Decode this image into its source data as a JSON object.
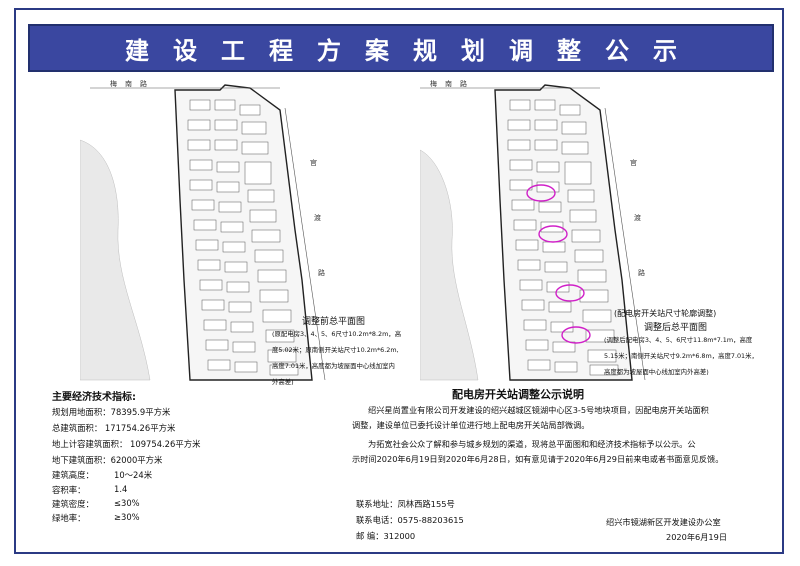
{
  "header": {
    "title": "建设工程方案规划调整公示"
  },
  "maps": {
    "left": {
      "caption_title": "调整前总平面图",
      "caption_lines": [
        "(原配电房3、4、5、6尺寸10.2m*8.2m，高",
        "度5.02米；原南侧开关站尺寸10.2m*6.2m,",
        "高度7.01米，高度都为坡屋面中心线加室内",
        "外高差)"
      ],
      "road_labels": [
        "梅",
        "南",
        "路",
        "官",
        "渡",
        "路"
      ]
    },
    "right": {
      "caption_title_1": "(配电房开关站尺寸轮廓调整)",
      "caption_title_2": "调整后总平面图",
      "caption_lines": [
        "(调整后配电房3、4、5、6尺寸11.8m*7.1m，高度",
        "5.15米；南侧开关站尺寸9.2m*6.8m，高度7.01米，",
        "高度都为坡屋面中心线加室内外高差)"
      ],
      "road_labels": [
        "梅",
        "南",
        "路",
        "官",
        "渡",
        "路"
      ]
    }
  },
  "stats": {
    "title": "主要经济技术指标:",
    "rows": [
      {
        "label": "规划用地面积：",
        "value": "78395.9平方米"
      },
      {
        "label": "总建筑面积：",
        "value": "171754.26平方米"
      },
      {
        "label": "地上计容建筑面积：",
        "value": "109754.26平方米"
      },
      {
        "label": "地下建筑面积：",
        "value": "62000平方米"
      },
      {
        "label": "建筑高度：",
        "value": "10～24米"
      },
      {
        "label": "容积率：",
        "value": "1.4"
      },
      {
        "label": "建筑密度：",
        "value": "≤30%"
      },
      {
        "label": "绿地率：",
        "value": "≥30%"
      }
    ]
  },
  "notice": {
    "title": "配电房开关站调整公示说明",
    "paragraphs": [
      "绍兴星尚置业有限公司开发建设的绍兴越城区镜湖中心区3-5号地块项目，因配电房开关站面积",
      "调整，建设单位已委托设计单位进行地上配电房开关站局部微调。",
      "为拓宽社会公众了解和参与城乡规划的渠道，现将总平面图和和经济技术指标予以公示。公",
      "示时间2020年6月19日到2020年6月28日，如有意见请于2020年6月29日前来电或者书面意见反馈。"
    ]
  },
  "contact": {
    "address": "联系地址：凤林西路155号",
    "phone": "联系电话：0575-88203615",
    "postcode": "邮    编：312000"
  },
  "signature": {
    "org": "绍兴市镜湖新区开发建设办公室",
    "date": "2020年6月19日"
  }
}
